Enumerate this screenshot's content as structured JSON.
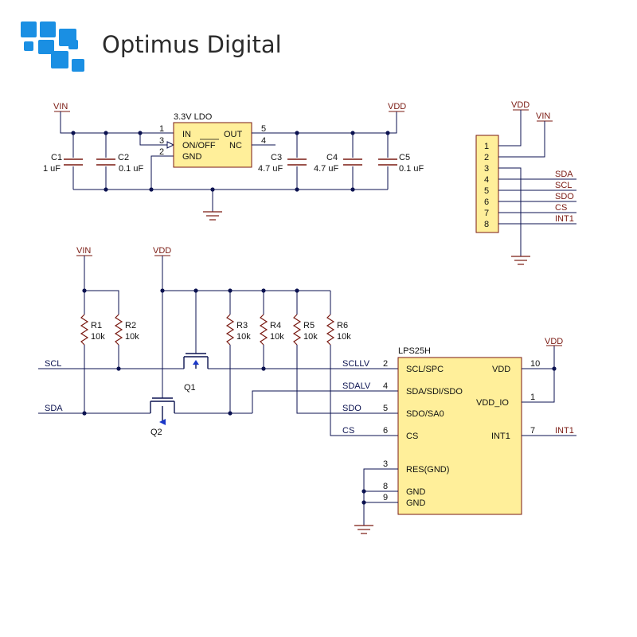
{
  "brand": {
    "name": "Optimus Digital",
    "logo_icon": "pixel-blocks-logo",
    "logo_color": "#1a8fe3"
  },
  "ldo": {
    "title": "3.3V LDO",
    "pins": {
      "in": "IN",
      "onoff": "ON/OFF",
      "gnd": "GND",
      "out": "OUT",
      "nc": "NC"
    },
    "pin_numbers": {
      "in": "1",
      "onoff": "3",
      "gnd": "2",
      "out": "5",
      "nc": "4"
    }
  },
  "power": {
    "vin": "VIN",
    "vdd": "VDD"
  },
  "capacitors": [
    {
      "ref": "C1",
      "value": "1 uF"
    },
    {
      "ref": "C2",
      "value": "0.1 uF"
    },
    {
      "ref": "C3",
      "value": "4.7 uF"
    },
    {
      "ref": "C4",
      "value": "4.7 uF"
    },
    {
      "ref": "C5",
      "value": "0.1 uF"
    }
  ],
  "header": {
    "pins": [
      "1",
      "2",
      "3",
      "4",
      "5",
      "6",
      "7",
      "8"
    ],
    "nets": [
      "SDA",
      "SCL",
      "SDO",
      "CS",
      "INT1"
    ]
  },
  "resistors": [
    {
      "ref": "R1",
      "value": "10k"
    },
    {
      "ref": "R2",
      "value": "10k"
    },
    {
      "ref": "R3",
      "value": "10k"
    },
    {
      "ref": "R4",
      "value": "10k"
    },
    {
      "ref": "R5",
      "value": "10k"
    },
    {
      "ref": "R6",
      "value": "10k"
    }
  ],
  "transistors": [
    "Q1",
    "Q2"
  ],
  "nets": {
    "scl": "SCL",
    "sda": "SDA",
    "scllv": "SCLLV",
    "sdalv": "SDALV",
    "sdo": "SDO",
    "cs": "CS",
    "int1": "INT1"
  },
  "sensor": {
    "title": "LPS25H",
    "left_pins": [
      "SCL/SPC",
      "SDA/SDI/SDO",
      "SDO/SA0",
      "CS",
      "RES(GND)",
      "GND",
      "GND"
    ],
    "left_numbers": [
      "2",
      "4",
      "5",
      "6",
      "3",
      "8",
      "9"
    ],
    "right_pins": [
      "VDD",
      "VDD_IO",
      "INT1"
    ],
    "right_numbers": [
      "10",
      "1",
      "7"
    ]
  }
}
